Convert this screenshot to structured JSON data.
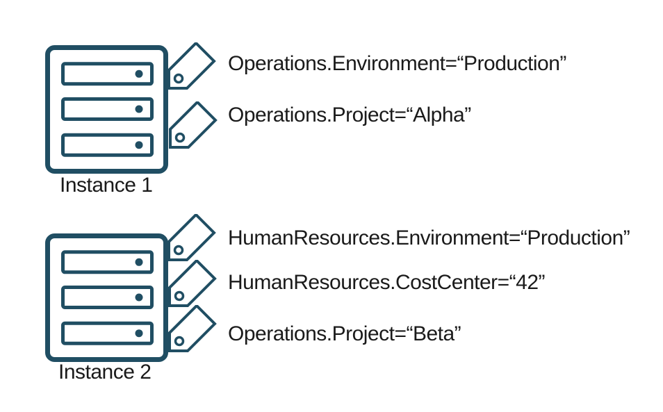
{
  "colors": {
    "accent": "#204E63",
    "text": "#1a1a1a",
    "background": "#ffffff"
  },
  "instances": [
    {
      "label": "Instance 1",
      "tags": [
        "Operations.Environment=“Production”",
        "Operations.Project=“Alpha”"
      ]
    },
    {
      "label": "Instance 2",
      "tags": [
        "HumanResources.Environment=“Production”",
        "HumanResources.CostCenter=“42”",
        "Operations.Project=“Beta”"
      ]
    }
  ]
}
